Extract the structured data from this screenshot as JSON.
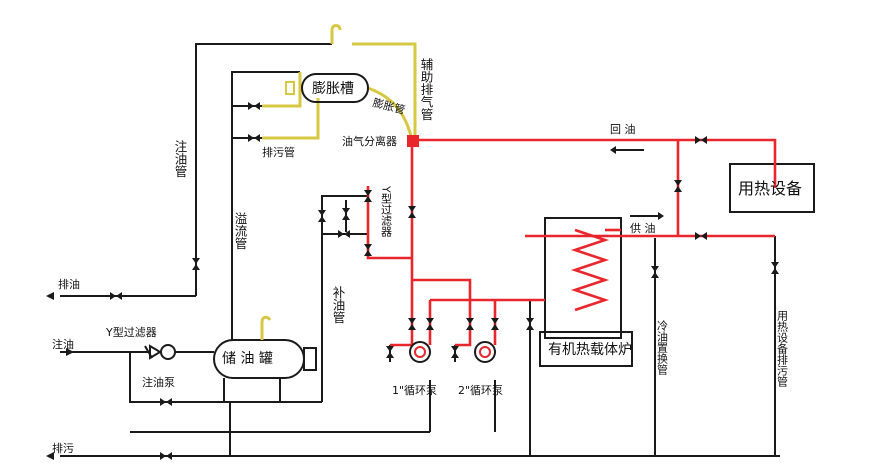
{
  "labels": {
    "expansion_tank": "膨胀槽",
    "expansion_pipe": "膨胀管",
    "aux_vent": "辅助排气管",
    "drain_pipe": "排污管",
    "separator": "油气分离器",
    "return_oil": "回 油",
    "heat_equipment": "用热设备",
    "supply_oil": "供 油",
    "fill_pipe": "注油管",
    "overflow_pipe": "溢流管",
    "y_filter_vertical": "Y型过滤器",
    "makeup_pipe": "补油管",
    "heater": "有机热载体炉",
    "cold_oil_pipe": "冷油置换管",
    "equipment_drain": "用热设备排污管",
    "drain_oil_left": "排油",
    "fill_oil_left": "注油",
    "y_filter_left": "Y型过滤器",
    "fill_pump": "注油泵",
    "storage_tank": "储 油 罐",
    "pump1": "1\"循环泵",
    "pump2": "2\"循环泵",
    "discharge": "排污"
  },
  "colors": {
    "pipe_main": "#1a1a1a",
    "pipe_hot": "#e8262b",
    "pipe_expansion": "#d6c842",
    "separator": "#e8262b"
  }
}
